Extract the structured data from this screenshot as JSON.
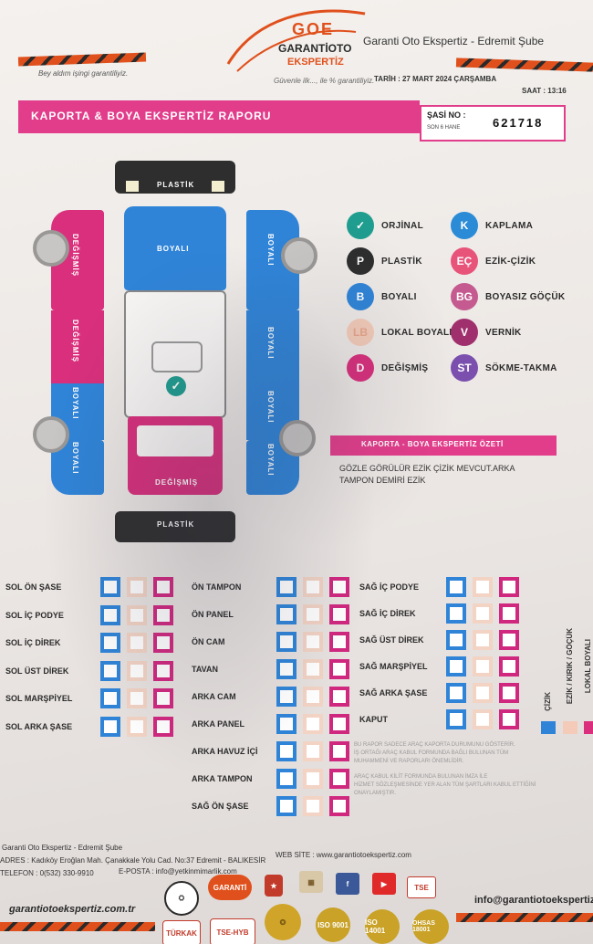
{
  "brand": {
    "logo_top": "GOE",
    "logo_middle": "GARANTİOTO",
    "logo_bottom": "EKSPERTİZ",
    "slogan": "Güvenle ilk..., ile % garantiliyiz.",
    "left_slogan": "Bey aldım işingi garantiliyiz.",
    "branch_title": "Garanti Oto Ekspertiz - Edremit Şube"
  },
  "meta": {
    "date": "TARİH : 27 MART 2024 ÇARŞAMBA",
    "time": "SAAT : 13:16"
  },
  "report": {
    "title": "KAPORTA & BOYA EKSPERTİZ RAPORU",
    "chassis_label": "ŞASİ NO :",
    "chassis_sub": "SON 6 HANE",
    "chassis_value": "621718"
  },
  "car_labels": {
    "top_bumper": "PLASTİK",
    "bottom_bumper": "PLASTİK",
    "hood": "BOYALI",
    "left_upper": "DEĞİŞMİŞ",
    "left_middle": "DEĞİŞMİŞ",
    "left_lower": "BOYALI",
    "left_rear": "BOYALI",
    "right_upper": "BOYALI",
    "right_middle": "BOYALI",
    "right_lower": "BOYALI",
    "right_rear": "BOYALI",
    "trunk": "DEĞİŞMİŞ"
  },
  "legend": [
    {
      "code": "✓",
      "label": "ORJİNAL",
      "color": "#1f9d8f"
    },
    {
      "code": "K",
      "label": "KAPLAMA",
      "color": "#2b8bd6"
    },
    {
      "code": "P",
      "label": "PLASTİK",
      "color": "#2d2d2d"
    },
    {
      "code": "EÇ",
      "label": "EZİK-ÇİZİK",
      "color": "#e8537a"
    },
    {
      "code": "B",
      "label": "BOYALI",
      "color": "#2f84d8"
    },
    {
      "code": "BG",
      "label": "BOYASIZ GÖÇÜK",
      "color": "#c45a8f"
    },
    {
      "code": "LB",
      "label": "LOKAL BOYALI",
      "color": "#f3cbb8"
    },
    {
      "code": "V",
      "label": "VERNİK",
      "color": "#a0306d"
    },
    {
      "code": "D",
      "label": "DEĞİŞMİŞ",
      "color": "#d92f7c"
    },
    {
      "code": "ST",
      "label": "SÖKME-TAKMA",
      "color": "#7a4fae"
    }
  ],
  "summary": {
    "title": "KAPORTA - BOYA EKSPERTİZ ÖZETİ",
    "text_line1": "GÖZLE GÖRÜLÜR EZİK ÇİZİK MEVCUT.ARKA",
    "text_line2": "TAMPON DEMİRİ EZİK"
  },
  "columns": {
    "left": [
      "SOL ÖN ŞASE",
      "SOL İÇ PODYE",
      "SOL İÇ DİREK",
      "SOL ÜST DİREK",
      "SOL MARŞPİYEL",
      "SOL ARKA ŞASE"
    ],
    "middle": [
      "ÖN TAMPON",
      "ÖN PANEL",
      "ÖN CAM",
      "TAVAN",
      "ARKA CAM",
      "ARKA PANEL",
      "ARKA HAVUZ İÇİ",
      "ARKA TAMPON",
      "SAĞ ÖN ŞASE"
    ],
    "right": [
      "SAĞ İÇ PODYE",
      "SAĞ İÇ DİREK",
      "SAĞ ÜST DİREK",
      "SAĞ MARŞPİYEL",
      "SAĞ ARKA ŞASE",
      "KAPUT"
    ]
  },
  "vertical_legend": {
    "scratch": "ÇİZİK",
    "dent": "EZİK / KIRIK / GÖÇÜK",
    "painted": "LOKAL BOYALI"
  },
  "notes": {
    "line1": "BU RAPOR SADECE ARAÇ KAPORTA DURUMUNU GÖSTERİR.",
    "line2": "İŞ ORTAĞI ARAÇ KABUL FORMUNDA BAĞLI BULUNAN TÜM",
    "line3": "MUHAMMENİ VE RAPORLARI ÖNEMLİDİR.",
    "line4": "ARAÇ KABUL KİLİT FORMUNDA BULUNAN İMZA İLE",
    "line5": "HİZMET SÖZLEŞMESİNDE YER ALAN TÜM ŞARTLARI KABUL ETTİĞİNİ",
    "line6": "ONAYLAMIŞTIR."
  },
  "footer": {
    "company": "Garanti Oto Ekspertiz - Edremit Şube",
    "address": "ADRES : Kadıköy Eroğlan Mah. Çanakkale Yolu Cad. No:37 Edremit - BALIKESİR",
    "phone": "TELEFON : 0(532) 330-9910",
    "email_label": "E-POSTA : info@yetkinmimarlik.com",
    "website_label": "WEB SİTE : www.garantiotoekspertiz.com",
    "site_left": "garantiotoekspertiz.com.tr",
    "email_right": "info@garantiotoekspertiz",
    "badges": [
      "TÜRKAK",
      "TSE-HYB",
      "ISO 9001",
      "ISO 14001",
      "OHSAS 18001"
    ],
    "top_badges": [
      "GARANTİ"
    ]
  }
}
